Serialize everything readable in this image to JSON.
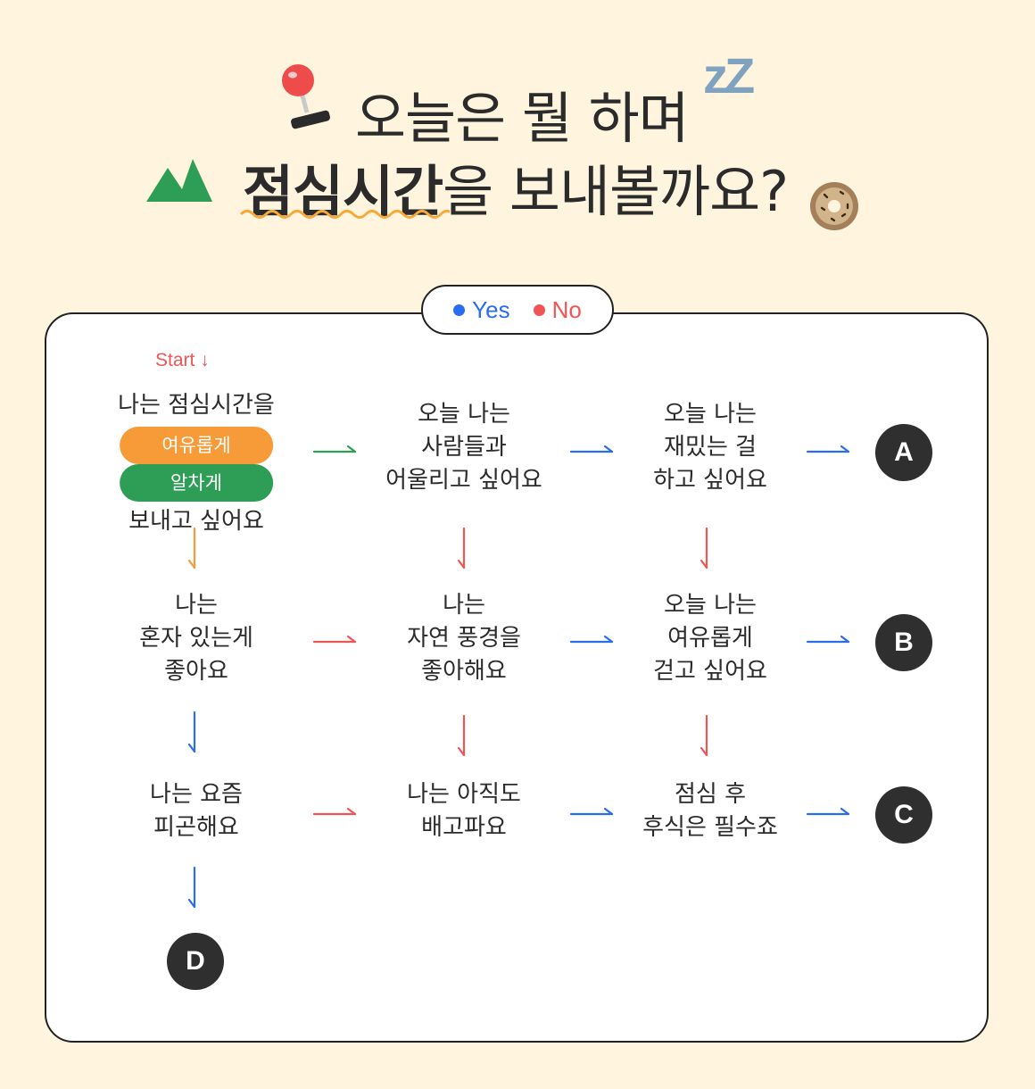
{
  "header": {
    "line1": "오늘은 뭘 하며",
    "line2_bold": "점심시간",
    "line2_rest": "을 보내볼까요?",
    "zz": "zZ"
  },
  "legend": {
    "yes": "Yes",
    "no": "No"
  },
  "colors": {
    "yes": "#2B6DF0",
    "no": "#F05555",
    "leisurely": "#F79A38",
    "busy": "#2E9E57",
    "background": "#FFF5DE"
  },
  "start": {
    "label": "Start",
    "arrow": "↓"
  },
  "nodes": {
    "q1": {
      "line1": "나는 점심시간을",
      "pill_a": "여유롭게",
      "pill_b": "알차게",
      "line3": "보내고 싶어요"
    },
    "q2": {
      "lines": [
        "오늘 나는",
        "사람들과",
        "어울리고 싶어요"
      ]
    },
    "q3": {
      "lines": [
        "오늘 나는",
        "재밌는 걸",
        "하고 싶어요"
      ]
    },
    "q4": {
      "lines": [
        "나는",
        "혼자 있는게",
        "좋아요"
      ]
    },
    "q5": {
      "lines": [
        "나는",
        "자연 풍경을",
        "좋아해요"
      ]
    },
    "q6": {
      "lines": [
        "오늘 나는",
        "여유롭게",
        "걷고 싶어요"
      ]
    },
    "q7": {
      "lines": [
        "나는 요즘",
        "피곤해요"
      ]
    },
    "q8": {
      "lines": [
        "나는 아직도",
        "배고파요"
      ]
    },
    "q9": {
      "lines": [
        "점심 후",
        "후식은 필수죠"
      ]
    }
  },
  "results": {
    "a": "A",
    "b": "B",
    "c": "C",
    "d": "D"
  },
  "icons": [
    "joystick-icon",
    "sleep-zz-icon",
    "mountain-icon",
    "donut-icon"
  ]
}
